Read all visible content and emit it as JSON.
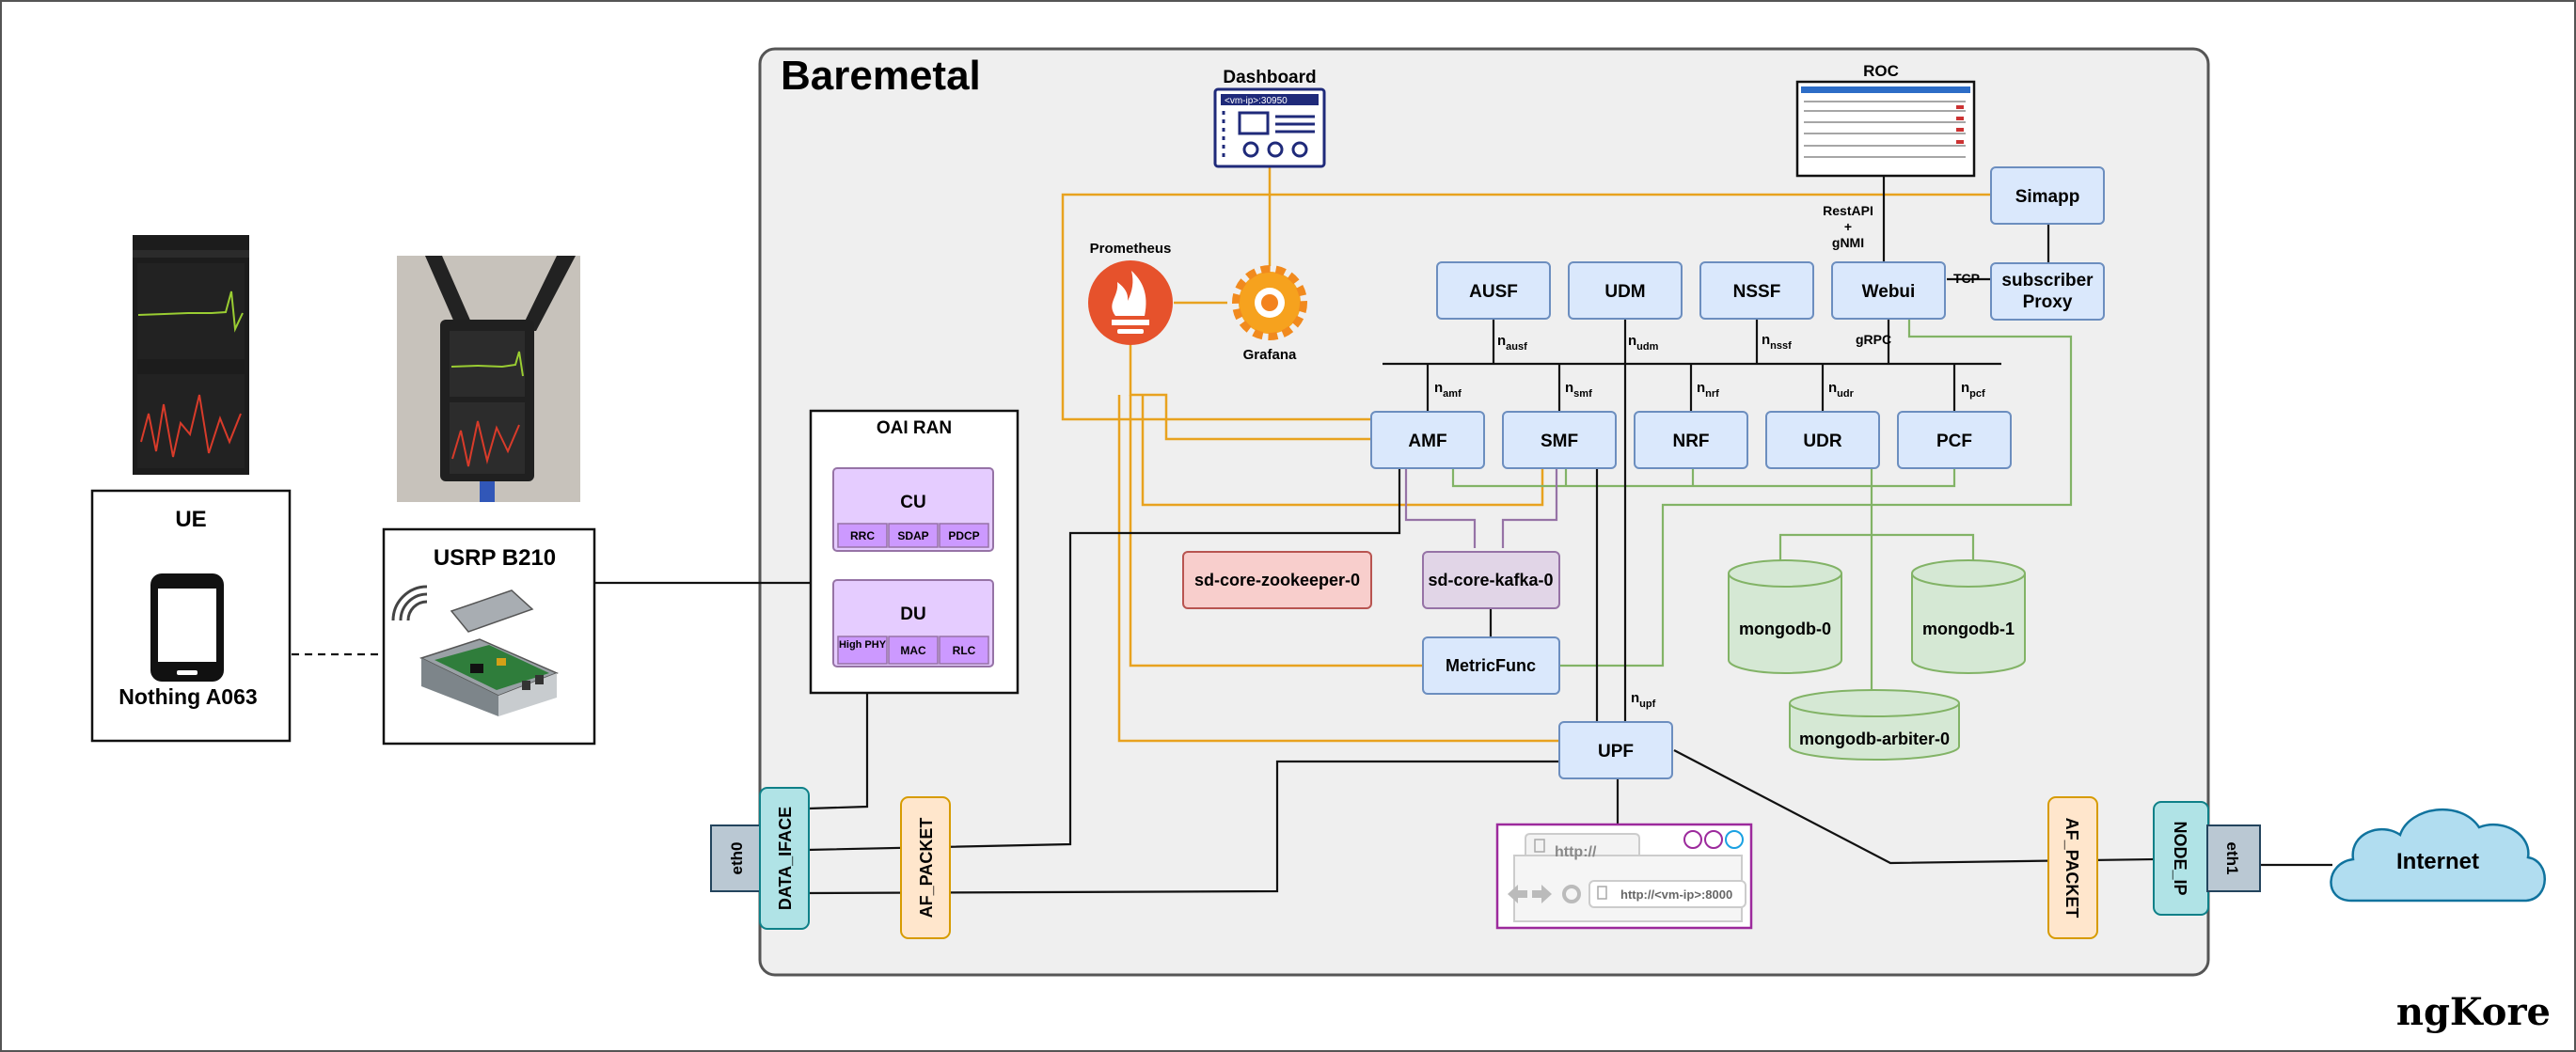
{
  "baremetal_title": "Baremetal",
  "brand": "ngKore",
  "dashboard": {
    "label": "Dashboard",
    "screen_text": "<vm-ip>:30950"
  },
  "roc": {
    "label": "ROC"
  },
  "prometheus": "Prometheus",
  "grafana": "Grafana",
  "simapp": "Simapp",
  "subscriber_proxy": [
    "subscriber",
    "Proxy"
  ],
  "restapi": [
    "RestAPI",
    "+",
    "gNMI"
  ],
  "tcp": "TCP",
  "grpc": "gRPC",
  "nf_top": [
    "AUSF",
    "UDM",
    "NSSF",
    "Webui"
  ],
  "nf_bottom": [
    "AMF",
    "SMF",
    "NRF",
    "UDR",
    "PCF"
  ],
  "interfaces": {
    "ausf": {
      "n": "n",
      "sub": "ausf"
    },
    "udm": {
      "n": "n",
      "sub": "udm"
    },
    "nssf": {
      "n": "n",
      "sub": "nssf"
    },
    "amf": {
      "n": "n",
      "sub": "amf"
    },
    "smf": {
      "n": "n",
      "sub": "smf"
    },
    "nrf": {
      "n": "n",
      "sub": "nrf"
    },
    "udr": {
      "n": "n",
      "sub": "udr"
    },
    "pcf": {
      "n": "n",
      "sub": "pcf"
    },
    "upf": {
      "n": "n",
      "sub": "upf"
    }
  },
  "zookeeper": "sd-core-zookeeper-0",
  "kafka": "sd-core-kafka-0",
  "metricfunc": "MetricFunc",
  "upf": "UPF",
  "mongodb": [
    "mongodb-0",
    "mongodb-1",
    "mongodb-arbiter-0"
  ],
  "browser": {
    "tab": "http://",
    "url": "http://<vm-ip>:8000"
  },
  "oai_ran": {
    "title": "OAI RAN",
    "cu": {
      "label": "CU",
      "layers": [
        "RRC",
        "SDAP",
        "PDCP"
      ]
    },
    "du": {
      "label": "DU",
      "layers": [
        "High PHY",
        "MAC",
        "RLC"
      ]
    }
  },
  "ue": {
    "title": "UE",
    "device": "Nothing A063"
  },
  "usrp": {
    "title": "USRP B210"
  },
  "eth0": "eth0",
  "eth1": "eth1",
  "data_iface": "DATA_IFACE",
  "af_packet": "AF_PACKET",
  "node_ip": "NODE_IP",
  "internet": "Internet",
  "colors": {
    "orange": "#e8a21f",
    "green": "#82b366",
    "purple": "#9673a6",
    "nf_fill": "#dae8fc",
    "nf_stroke": "#6c8ebf",
    "kafka_fill": "#e1d5e7",
    "zk_fill": "#f8cecc",
    "zk_stroke": "#b85450",
    "mongo_fill": "#d5e8d4",
    "cu_fill": "#e5ccff",
    "cu_stroke": "#9673a6",
    "iface_fill": "#b0e3e6",
    "iface_stroke": "#0e8088",
    "afp_fill": "#ffe6cc",
    "afp_stroke": "#d79b00",
    "internet_fill": "#b1ddf0",
    "internet_stroke": "#10739e",
    "eth_fill": "#bac8d3",
    "eth_stroke": "#23445d",
    "dashboard_stroke": "#1f2a7a",
    "browser_stroke": "#9c2a9c"
  }
}
